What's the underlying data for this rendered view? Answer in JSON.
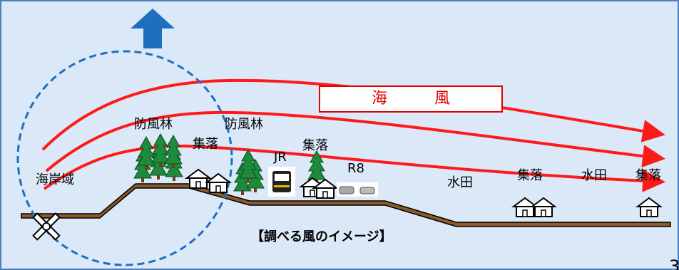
{
  "sea_wind_label": "海　風",
  "labels": {
    "coast": "海岸域",
    "windbreak_1": "防風林",
    "windbreak_2": "防風林",
    "village_1": "集落",
    "jr": "JR",
    "village_2": "集落",
    "r8": "R8",
    "paddy_1": "水田",
    "village_3": "集落",
    "paddy_2": "水田",
    "village_4": "集落"
  },
  "caption": "【調べる風のイメージ】",
  "page_number": "3",
  "colors": {
    "background": "#dae8f8",
    "wind": "#ff1a1a",
    "ground": "#8b5a2b",
    "circle": "#1f6fbf",
    "arrow": "#1f6fbf",
    "tree": "#1e8a3c"
  },
  "icons": [
    "wind-arrow-up-icon",
    "wind-turbine-icon",
    "tree-icon",
    "house-icon",
    "train-icon",
    "car-icon"
  ]
}
